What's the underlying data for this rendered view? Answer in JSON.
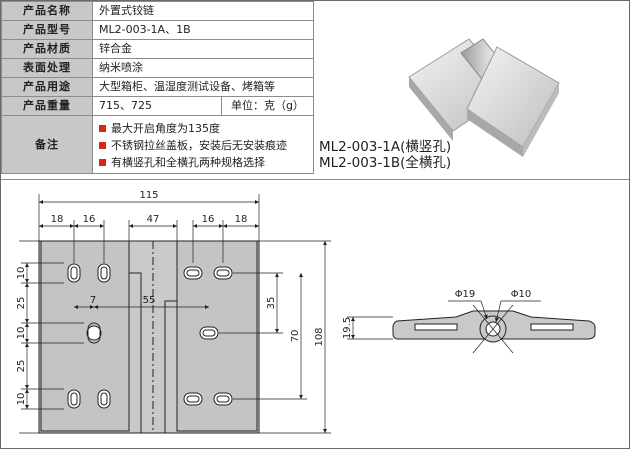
{
  "spec": {
    "rows": [
      {
        "label": "产品名称",
        "value": "外置式铰链"
      },
      {
        "label": "产品型号",
        "value": "ML2-003-1A、1B"
      },
      {
        "label": "产品材质",
        "value": "锌合金"
      },
      {
        "label": "表面处理",
        "value": "纳米喷涂"
      },
      {
        "label": "产品用途",
        "value": "大型箱柜、温湿度测试设备、烤箱等"
      }
    ],
    "weight_label": "产品重量",
    "weight_value": "715、725",
    "unit_label": "单位：克（g）",
    "notes_label": "备注",
    "notes": [
      "最大开启角度为135度",
      "不锈钢拉丝盖板，安装后无安装痕迹",
      "有横竖孔和全横孔两种规格选择"
    ]
  },
  "models": [
    "ML2-003-1A(横竖孔)",
    "ML2-003-1B(全横孔)"
  ],
  "dims": {
    "front": {
      "total": "115",
      "a": "18",
      "b": "16",
      "c": "47",
      "d": "16",
      "e": "18",
      "g7": "7",
      "g55": "55",
      "g35": "35",
      "g70": "70",
      "g108": "108",
      "l10a": "10",
      "l25a": "25",
      "l10b": "10",
      "l25b": "25",
      "l10c": "10"
    },
    "side": {
      "phi19": "Φ19",
      "phi10": "Φ10",
      "h": "19.5"
    }
  },
  "colors": {
    "label_bg": "#c8c8c8",
    "note_bullet": "#d9261c",
    "part_fill": "#c9c9c9"
  }
}
